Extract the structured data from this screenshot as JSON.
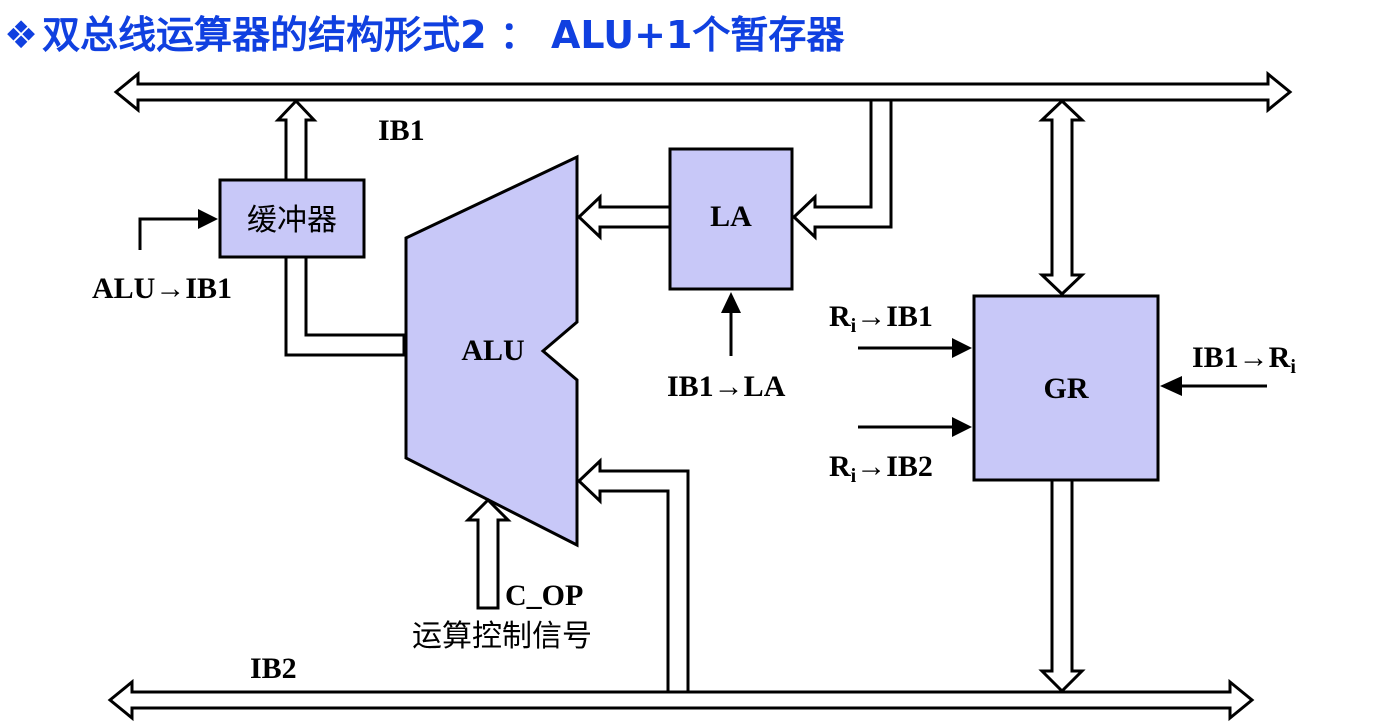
{
  "title": {
    "bullet": "❖",
    "text": "双总线运算器的结构形式2 ： ALU+1个暂存器"
  },
  "bus_labels": {
    "ib1": "IB1",
    "ib2": "IB2"
  },
  "blocks": {
    "buffer": "缓冲器",
    "la": "LA",
    "alu": "ALU",
    "gr": "GR"
  },
  "signals": {
    "alu_to_ib1": "ALU→IB1",
    "ib1_to_la": "IB1→LA",
    "c_op": "C_OP",
    "c_op_desc": "运算控制信号",
    "ri_to_ib1_main": "R",
    "ri_to_ib1_sub": "i",
    "ri_to_ib1_rest": "→IB1",
    "ri_to_ib2_main": "R",
    "ri_to_ib2_sub": "i",
    "ri_to_ib2_rest": "→IB2",
    "ib1_to_ri_main": "IB1→R",
    "ib1_to_ri_sub": "i"
  },
  "colors": {
    "title": "#1040e0",
    "block_fill": "#c8c8f8"
  }
}
